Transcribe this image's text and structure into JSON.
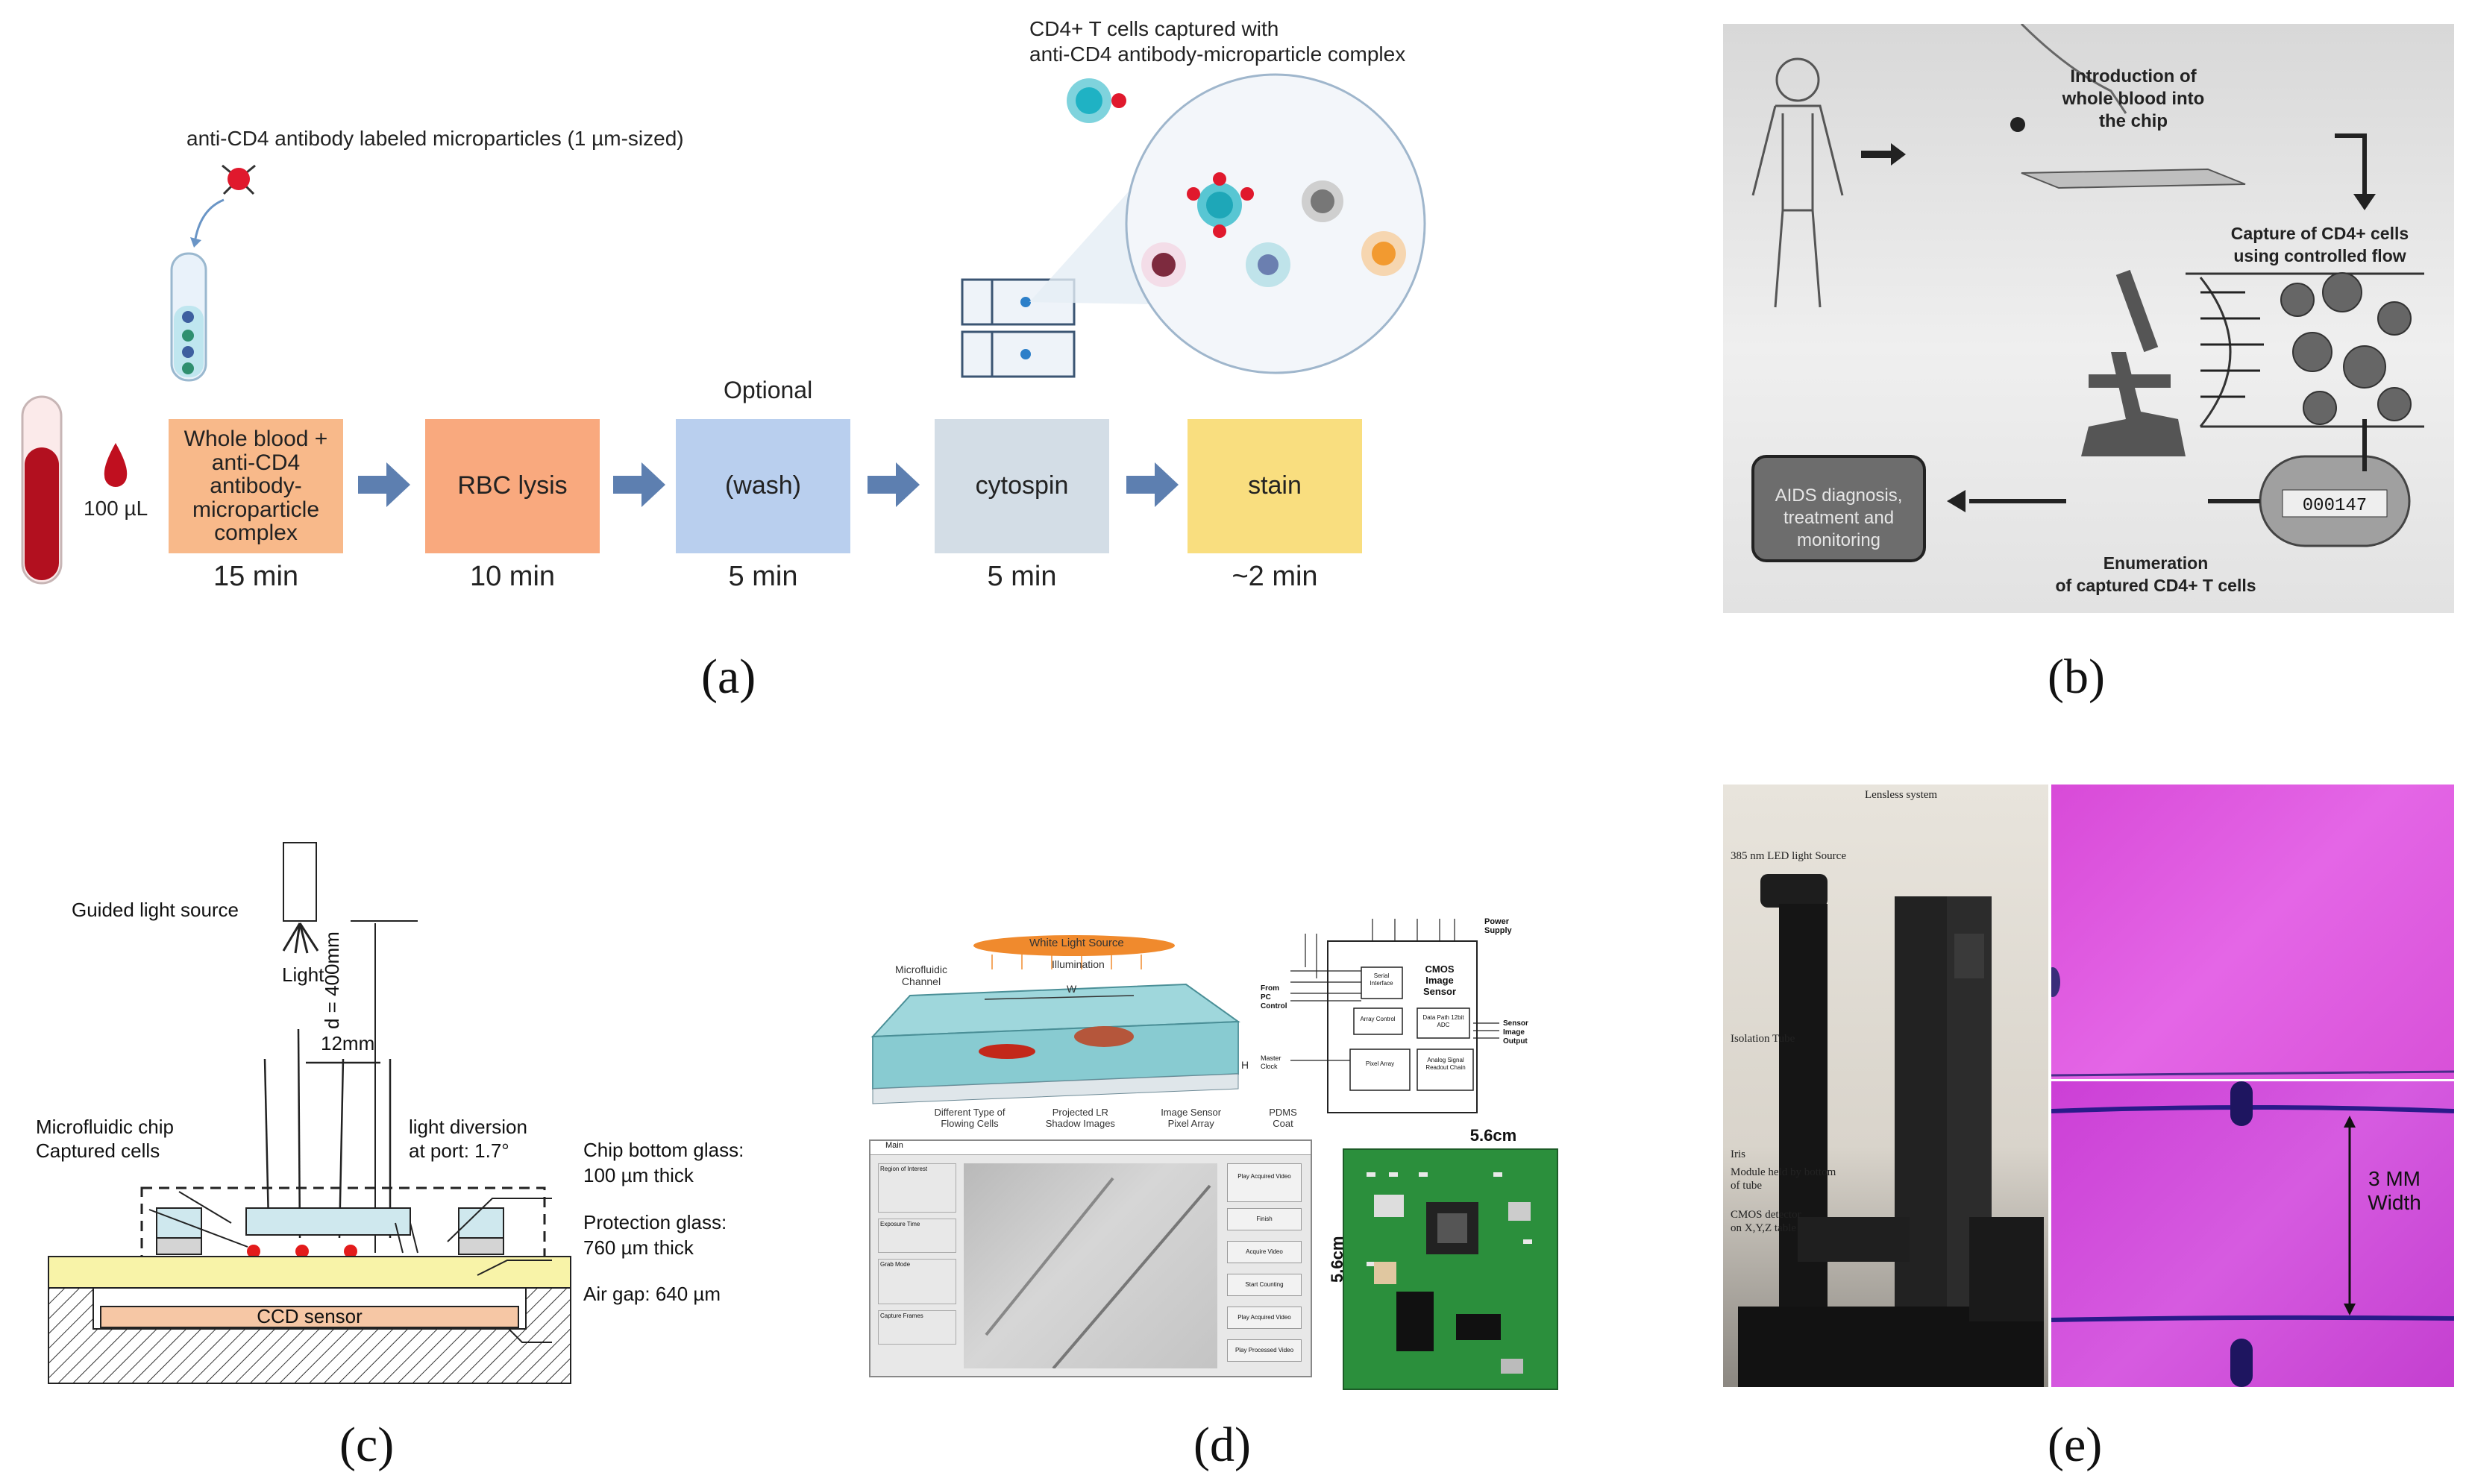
{
  "panels": {
    "a": {
      "label": "(a)",
      "microparticle_label": "anti-CD4 antibody labeled microparticles (1 µm-sized)",
      "capture_label_line1": "CD4+ T cells captured with",
      "capture_label_line2": "anti-CD4 antibody-microparticle complex",
      "blood_volume": "100 µL",
      "optional_label": "Optional",
      "steps": [
        {
          "lines": [
            "Whole blood +",
            "anti-CD4",
            "antibody-",
            "microparticle",
            "complex"
          ],
          "time": "15 min",
          "color": "#f8b98a"
        },
        {
          "lines": [
            "RBC lysis"
          ],
          "time": "10 min",
          "color": "#f9a97e"
        },
        {
          "lines": [
            "(wash)"
          ],
          "time": "5 min",
          "color": "#b9cfee"
        },
        {
          "lines": [
            "cytospin"
          ],
          "time": "5 min",
          "color": "#d3dde6"
        },
        {
          "lines": [
            "stain"
          ],
          "time": "~2 min",
          "color": "#f9de7f"
        }
      ]
    },
    "b": {
      "label": "(b)",
      "intro_lines": [
        "Introduction of",
        "whole blood into",
        "the chip"
      ],
      "capture_lines": [
        "Capture of CD4+ cells",
        "using controlled flow"
      ],
      "diagnosis_lines": [
        "AIDS diagnosis,",
        "treatment and",
        "monitoring"
      ],
      "counter_value": "000147",
      "enumeration_lines": [
        "Enumeration",
        "of captured CD4+ T cells"
      ]
    },
    "c": {
      "label": "(c)",
      "light_source": "Guided light source",
      "light": "Light",
      "distance": "d = 400mm",
      "width_12": "12mm",
      "diversion_line1": "light diversion",
      "diversion_line2": "at port: 1.7°",
      "chip": "Microfluidic chip",
      "captured": "Captured cells",
      "bottom_glass_line1": "Chip bottom  glass:",
      "bottom_glass_line2": "100 µm thick",
      "protection_line1": "Protection glass:",
      "protection_line2": "760 µm thick",
      "air_gap": "Air gap: 640 µm",
      "ccd": "CCD sensor"
    },
    "d": {
      "label": "(d)",
      "white_light": "White Light Source",
      "illumination": "Illumination",
      "microfluidic_channel": "Microfluidic Channel",
      "w": "W",
      "h": "H",
      "bottom_labels": [
        "Different Type of Flowing Cells",
        "Projected LR Shadow Images",
        "Image Sensor Pixel Array",
        "PDMS Coat"
      ],
      "cmos_title": "CMOS Image Sensor",
      "power_supply": "Power Supply",
      "from_pc": "From PC Control",
      "sensor_output": "Sensor Image Output",
      "master_clock": "Master Clock",
      "block_serial": "Serial Interface",
      "block_array": "Array Control",
      "block_datapath": "Data Path 12bit ADC",
      "block_pixel": "Pixel Array",
      "block_analog": "Analog Signal Readout Chain",
      "board_w": "5.6cm",
      "board_h": "5.6cm",
      "sw_title": "Main",
      "sw_buttons": [
        "Play Acquired Video",
        "Finish",
        "Acquire Video",
        "Start Counting",
        "Play Acquired Video",
        "Play Processed Video"
      ],
      "sw_groups": [
        "Region of Interest",
        "Exposure Time",
        "Grab Mode",
        "Capture Frames"
      ]
    },
    "e": {
      "label": "(e)",
      "lensless": "Lensless system",
      "led": "385 nm LED light Source",
      "isolation": "Isolation Tube",
      "iris": "Iris",
      "module_line1": "Module held by bottom",
      "module_line2": "of tube",
      "cmos_line1": "CMOS detector",
      "cmos_line2": "on X,Y,Z table",
      "width_line1": "3 MM",
      "width_line2": "Width"
    }
  }
}
